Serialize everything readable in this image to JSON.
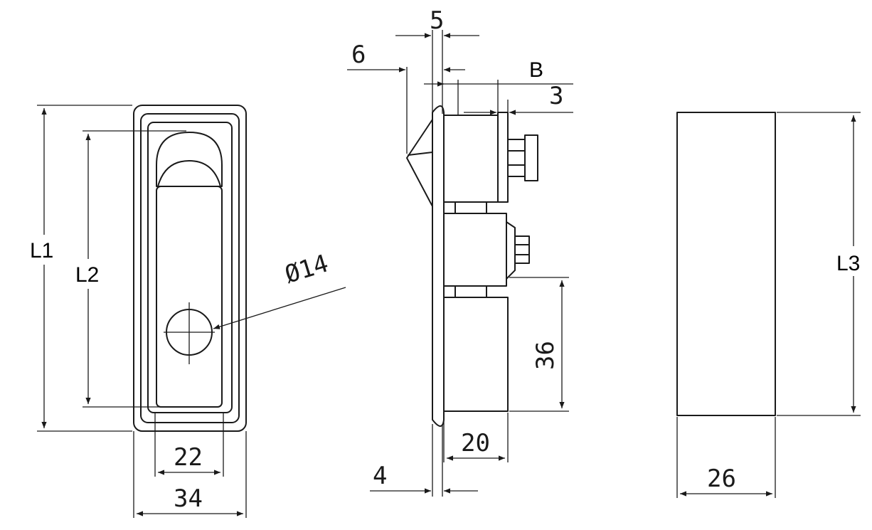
{
  "dimensions": {
    "front_overall_height": "L1",
    "front_inner_height": "L2",
    "hole_diameter": "Ø14",
    "inner_width": "22",
    "overall_width": "34",
    "top_5": "5",
    "top_6": "6",
    "b_label": "B",
    "top_3": "3",
    "body_height_36": "36",
    "body_depth_20": "20",
    "flange_4": "4",
    "side_height": "L3",
    "side_width": "26"
  }
}
